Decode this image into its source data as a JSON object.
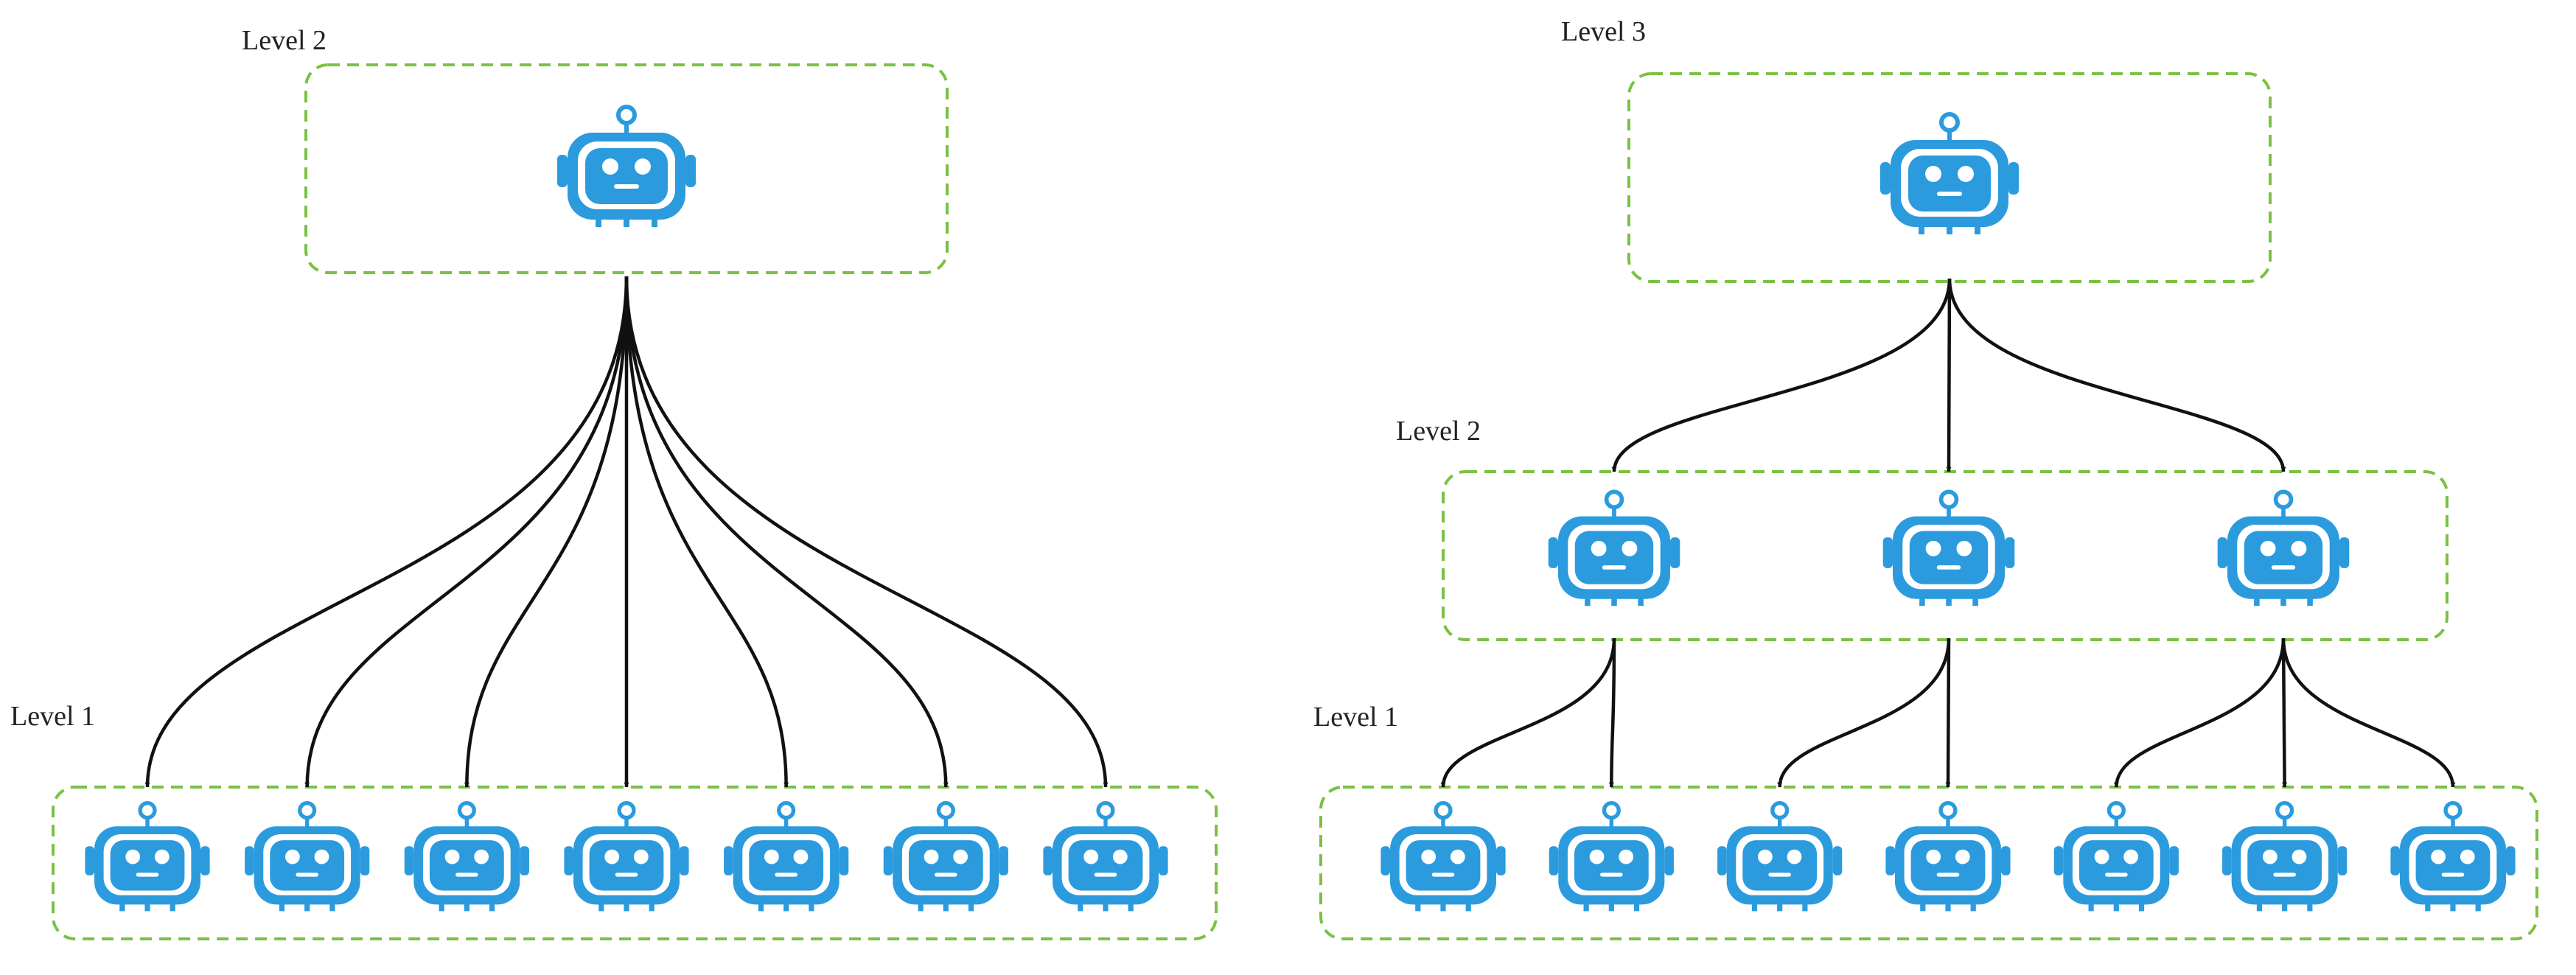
{
  "colors": {
    "group_border": "#7ac143",
    "robot_body": "#2b9bde",
    "robot_face": "#ffffff",
    "arrow": "#111111",
    "label_text": "#222222"
  },
  "icons": {
    "agent": "robot-icon"
  },
  "diagrams": [
    {
      "id": "two-level",
      "levels": [
        {
          "label": "Level 2",
          "agents": 1
        },
        {
          "label": "Level 1",
          "agents": 7
        }
      ]
    },
    {
      "id": "three-level",
      "levels": [
        {
          "label": "Level 3",
          "agents": 1
        },
        {
          "label": "Level 2",
          "agents": 3
        },
        {
          "label": "Level 1",
          "agents": 7
        }
      ],
      "level1_children_per_level2_agent": [
        2,
        2,
        3
      ]
    }
  ]
}
